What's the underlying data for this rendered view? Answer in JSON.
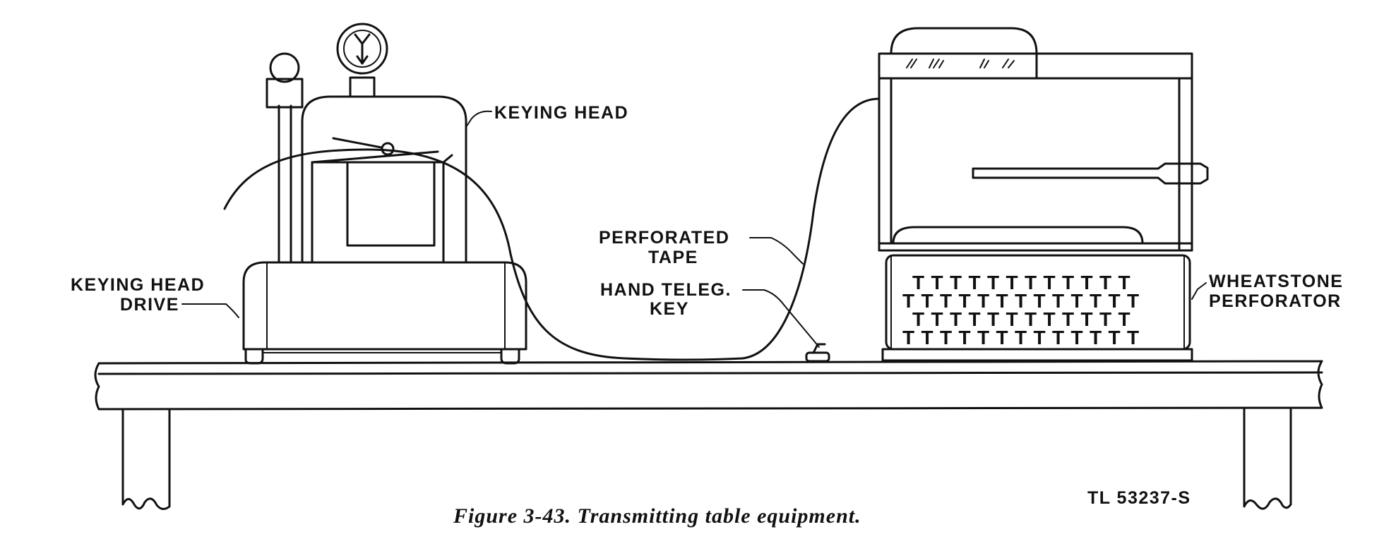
{
  "labels": {
    "keying_head": "KEYING HEAD",
    "keying_head_drive_line1": "KEYING HEAD",
    "keying_head_drive_line2": "DRIVE",
    "perforated_tape_line1": "PERFORATED",
    "perforated_tape_line2": "TAPE",
    "hand_teleg_key_line1": "HAND TELEG.",
    "hand_teleg_key_line2": "KEY",
    "wheatstone_perforator_line1": "WHEATSTONE",
    "wheatstone_perforator_line2": "PERFORATOR"
  },
  "reference_code": "TL 53237-S",
  "caption": "Figure 3-43.  Transmitting table equipment.",
  "key_glyph": "T"
}
